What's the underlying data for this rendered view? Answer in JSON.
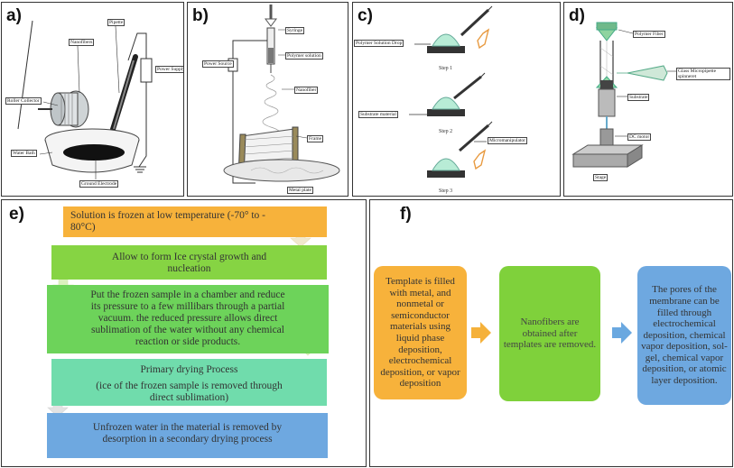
{
  "panels": {
    "a": {
      "label": "a)",
      "nanofibers": "Nanofibers",
      "pipette": "Pipette",
      "roller_collector": "Roller Collector",
      "power_supply": "Power Supply",
      "water_bath": "Water Bath",
      "ground_electrode": "Ground Electrode"
    },
    "b": {
      "label": "b)",
      "syringe": "Syringe",
      "polymer_solution": "Polymer solution",
      "power_source": "Power Source",
      "nanofiber": "Nanofiber",
      "frame": "Frame",
      "metal_plate": "Metal plate"
    },
    "c": {
      "label": "c)",
      "polymer_solution_drop": "Polymer Solution Drop",
      "substrate_material": "Substrate material",
      "micromanipulator": "Micromanipulator",
      "step1": "Step 1",
      "step2": "Step 2",
      "step3": "Step 3"
    },
    "d": {
      "label": "d)",
      "polymer_fiber": "Polymer Fiber",
      "glass_micropipette": "Glass Micropipette spinneret",
      "substrate": "Substrate",
      "dc_motor": "DC motor",
      "stage": "Stage"
    },
    "e": {
      "label": "e)",
      "step1_lines": [
        "Solution is frozen at low temperature (-70° to -",
        "80°C)"
      ],
      "step2_lines": [
        "Allow to form Ice crystal growth and",
        "nucleation"
      ],
      "step3_lines": [
        "Put the frozen sample in a chamber and reduce",
        "its pressure to a few millibars through a partial",
        "vacuum.  the reduced pressure allows direct",
        "sublimation of the water without any chemical",
        "reaction or side products."
      ],
      "step4_title": "Primary drying Process",
      "step4_lines": [
        "(ice of the frozen sample is removed through",
        "direct sublimation)"
      ],
      "step5_lines": [
        "Unfrozen water in the material is removed by",
        "desorption in a secondary drying process"
      ]
    },
    "f": {
      "label": "f)",
      "box1": "Template is filled with metal, and nonmetal or semiconductor materials using liquid phase deposition, electrochemical deposition, or vapor deposition",
      "box2": "Nanofibers are obtained after templates are removed.",
      "box3": "The pores of the membrane can be filled through electrochemical deposition, chemical vapor deposition, sol-gel, chemical vapor deposition, or atomic layer deposition."
    }
  },
  "colors": {
    "orange": "#f7b23b",
    "green": "#7fd13b",
    "teal": "#66d6a8",
    "blue": "#6ea8e0"
  }
}
